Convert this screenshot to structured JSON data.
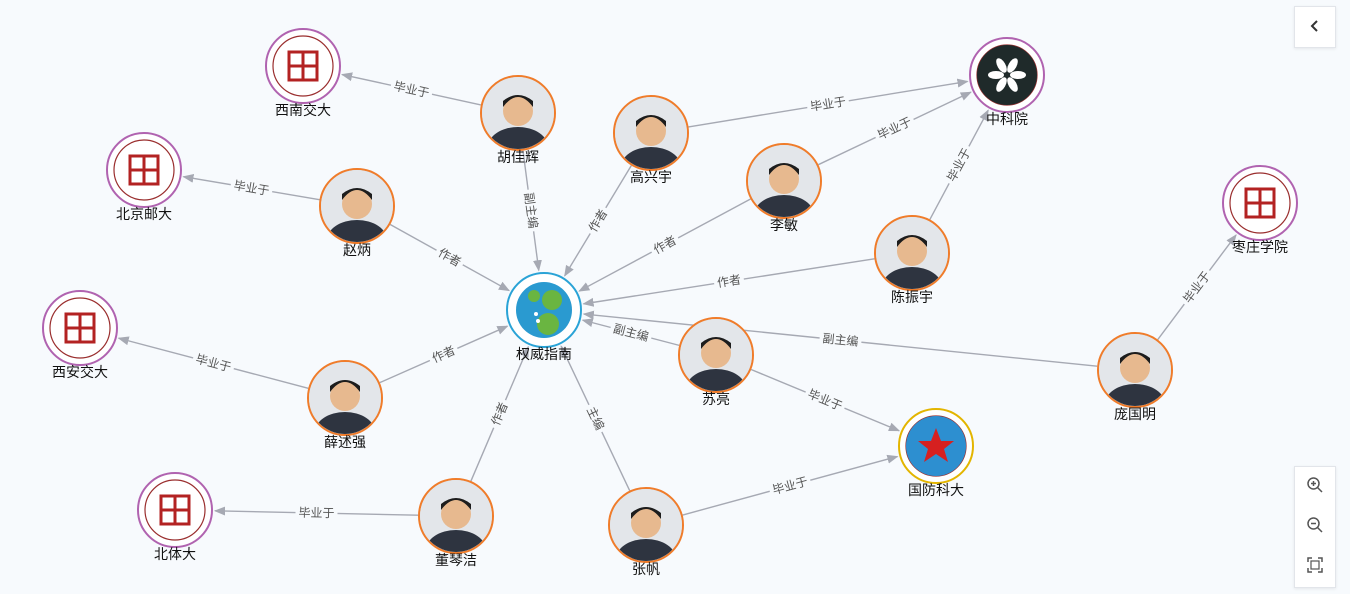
{
  "graph": {
    "center": {
      "id": "center",
      "label": "权威指南",
      "icon": "book-logo-icon"
    },
    "people": [
      {
        "id": "hujiahui",
        "label": "胡佳辉",
        "icon": "person-photo-icon"
      },
      {
        "id": "gaoxingyu",
        "label": "高兴宇",
        "icon": "person-photo-icon"
      },
      {
        "id": "limin",
        "label": "李敏",
        "icon": "person-photo-icon"
      },
      {
        "id": "zhaobing",
        "label": "赵炳",
        "icon": "person-photo-icon"
      },
      {
        "id": "chenzhenyu",
        "label": "陈振宇",
        "icon": "person-photo-icon"
      },
      {
        "id": "suliang",
        "label": "苏亮",
        "icon": "person-photo-icon"
      },
      {
        "id": "pangguoming",
        "label": "庞国明",
        "icon": "person-photo-icon"
      },
      {
        "id": "xueshuqiang",
        "label": "薛述强",
        "icon": "person-photo-icon"
      },
      {
        "id": "dongqinjie",
        "label": "董琴洁",
        "icon": "person-photo-icon"
      },
      {
        "id": "zhangfan",
        "label": "张帆",
        "icon": "person-photo-icon"
      }
    ],
    "schools": [
      {
        "id": "xnjd",
        "label": "西南交大",
        "icon": "university-seal-icon"
      },
      {
        "id": "zky",
        "label": "中科院",
        "icon": "academy-seal-icon"
      },
      {
        "id": "bjyd",
        "label": "北京邮大",
        "icon": "university-seal-icon"
      },
      {
        "id": "zzxy",
        "label": "枣庄学院",
        "icon": "university-seal-icon"
      },
      {
        "id": "xajd",
        "label": "西安交大",
        "icon": "university-seal-icon"
      },
      {
        "id": "gfkd",
        "label": "国防科大",
        "icon": "military-emblem-icon"
      },
      {
        "id": "bt",
        "label": "北体大",
        "icon": "university-seal-icon"
      }
    ],
    "edges": [
      {
        "from": "hujiahui",
        "to": "xnjd",
        "label": "毕业于"
      },
      {
        "from": "hujiahui",
        "to": "center",
        "label": "副主编"
      },
      {
        "from": "gaoxingyu",
        "to": "zky",
        "label": "毕业于"
      },
      {
        "from": "gaoxingyu",
        "to": "center",
        "label": "作者"
      },
      {
        "from": "limin",
        "to": "zky",
        "label": "毕业于"
      },
      {
        "from": "limin",
        "to": "center",
        "label": "作者"
      },
      {
        "from": "chenzhenyu",
        "to": "zky",
        "label": "毕业于"
      },
      {
        "from": "chenzhenyu",
        "to": "center",
        "label": "作者"
      },
      {
        "from": "zhaobing",
        "to": "bjyd",
        "label": "毕业于"
      },
      {
        "from": "zhaobing",
        "to": "center",
        "label": "作者"
      },
      {
        "from": "pangguoming",
        "to": "zzxy",
        "label": "毕业于"
      },
      {
        "from": "pangguoming",
        "to": "center",
        "label": "副主编"
      },
      {
        "from": "suliang",
        "to": "center",
        "label": "副主编"
      },
      {
        "from": "suliang",
        "to": "gfkd",
        "label": "毕业于"
      },
      {
        "from": "xueshuqiang",
        "to": "xajd",
        "label": "毕业于"
      },
      {
        "from": "xueshuqiang",
        "to": "center",
        "label": "作者"
      },
      {
        "from": "dongqinjie",
        "to": "bt",
        "label": "毕业于"
      },
      {
        "from": "dongqinjie",
        "to": "center",
        "label": "作者"
      },
      {
        "from": "zhangfan",
        "to": "center",
        "label": "主编"
      },
      {
        "from": "zhangfan",
        "to": "gfkd",
        "label": "毕业于"
      }
    ]
  },
  "colors": {
    "edge": "#a6a9b3",
    "person_ring": "#f07c2a",
    "school_ring": "#b063b0",
    "center_ring": "#2aa3d6",
    "center_dots": "#6ab541"
  },
  "controls": {
    "collapse_icon": "chevron-left-icon",
    "zoom_in_icon": "zoom-in-icon",
    "zoom_out_icon": "zoom-out-icon",
    "fit_icon": "fit-screen-icon"
  }
}
